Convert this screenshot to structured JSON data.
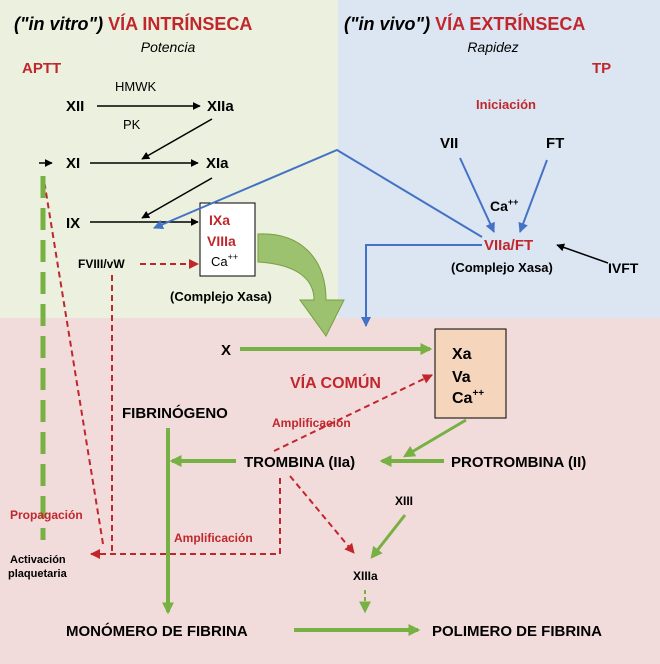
{
  "intrinsic": {
    "title_prefix": "(\"in vitro\") ",
    "title_main": "VÍA INTRÍNSECA",
    "subtitle": "Potencia",
    "test": "APTT"
  },
  "extrinsic": {
    "title_prefix": "(\"in vivo\") ",
    "title_main": "VÍA EXTRÍNSECA",
    "subtitle": "Rapidez",
    "test": "TP",
    "initiation": "Iniciación"
  },
  "common": {
    "title": "VÍA COMÚN"
  },
  "factors": {
    "xii": "XII",
    "xiia": "XIIa",
    "hmwk": "HMWK",
    "pk": "PK",
    "xi": "XI",
    "xia": "XIa",
    "ix": "IX",
    "fviii_vw": "FVIII/vW",
    "vii": "VII",
    "ft": "FT",
    "ca": "Ca",
    "ca_sup": "++",
    "viia_ft": "VIIa/FT",
    "ivft": "IVFT",
    "x": "X",
    "fibrinogeno": "FIBRINÓGENO",
    "trombina": "TROMBINA (IIa)",
    "protrombina": "PROTROMBINA (II)",
    "xiii": "XIII",
    "xiiia": "XIIIa",
    "monomero": "MONÓMERO DE FIBRINA",
    "polimero": "POLIMERO DE FIBRINA"
  },
  "complexes": {
    "intrinsic_box": [
      "IXa",
      "VIIIa",
      "Ca"
    ],
    "intrinsic_label": "(Complejo Xasa)",
    "extrinsic_label": "(Complejo Xasa)",
    "common_box": [
      "Xa",
      "Va",
      "Ca"
    ]
  },
  "labels": {
    "amplificacion_1": "Amplificación",
    "amplificacion_2": "Amplificación",
    "propagacion": "Propagación",
    "activacion_1": "Activación",
    "activacion_2": "plaquetaria"
  },
  "colors": {
    "intrinsic_bg": "#ebf1de",
    "extrinsic_bg": "#dce6f2",
    "common_bg": "#f2dcdb",
    "box_bg": "#f5d5bc",
    "red": "#c0272d",
    "green": "#77b043",
    "blue": "#4472c4"
  }
}
